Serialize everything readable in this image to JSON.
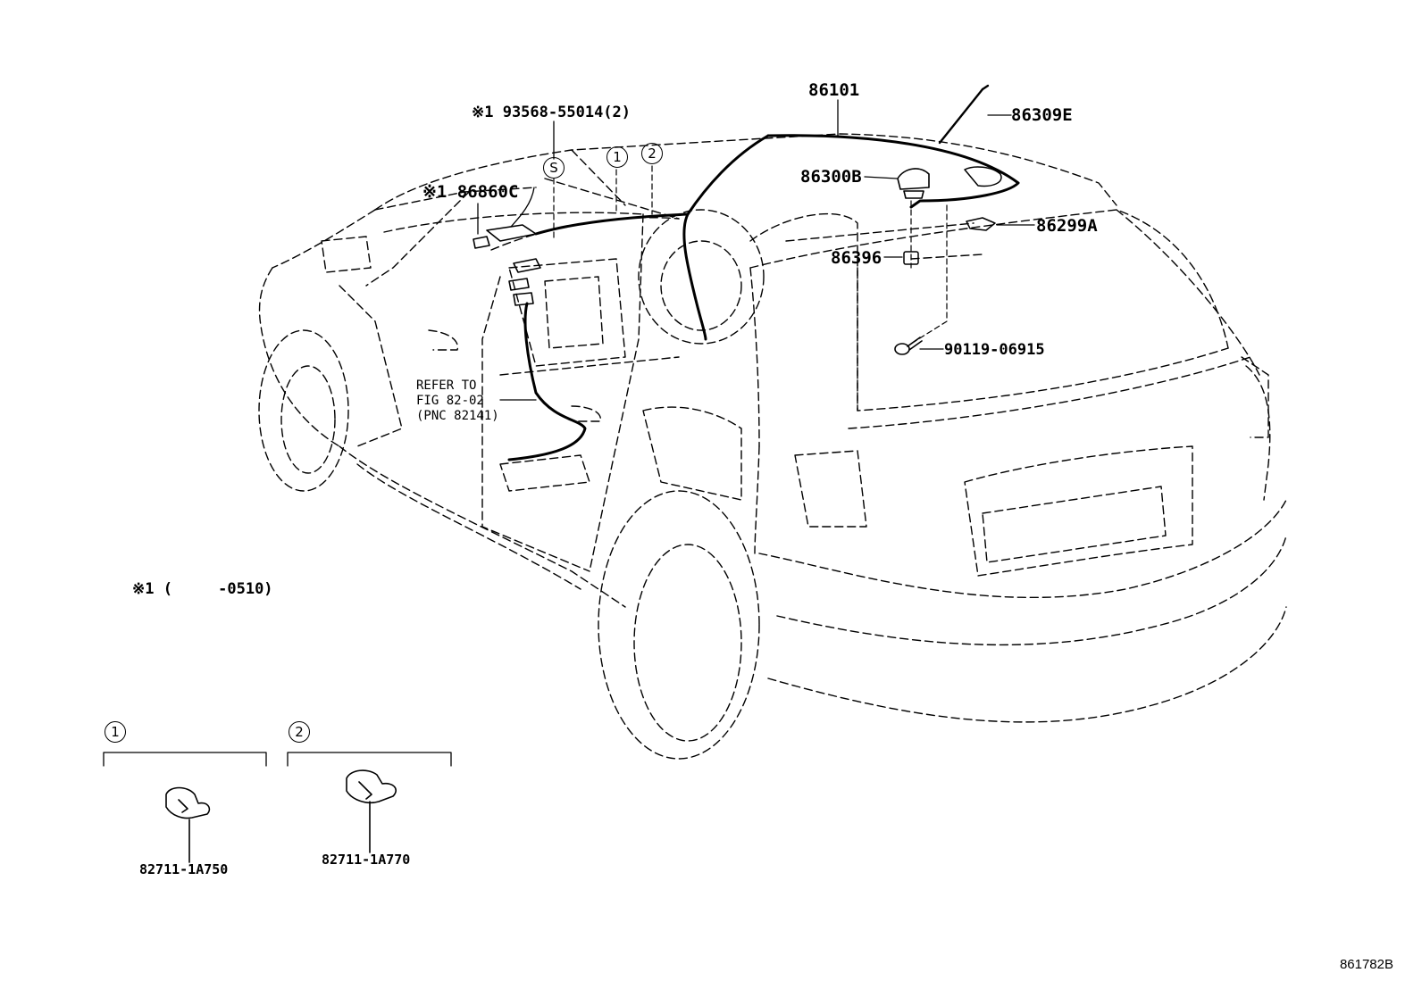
{
  "callouts": {
    "antenna_assy": "86101",
    "antenna_pole": "86309E",
    "antenna_base": "86300B",
    "cord_sub_assy": "86299A",
    "cap": "86396",
    "bolt": "90119-06915",
    "amplifier": "※1 86860C",
    "screw": "※1 93568-55014(2)",
    "refer_line1": "REFER TO",
    "refer_line2": "FIG 82-02",
    "refer_line3": "(PNC 82141)",
    "footnote": "※1 (     -0510)"
  },
  "markers": {
    "s": "S",
    "one": "1",
    "two": "2"
  },
  "insets": [
    {
      "marker": "1",
      "part": "82711-1A750"
    },
    {
      "marker": "2",
      "part": "82711-1A770"
    }
  ],
  "figure_id": "861782B"
}
